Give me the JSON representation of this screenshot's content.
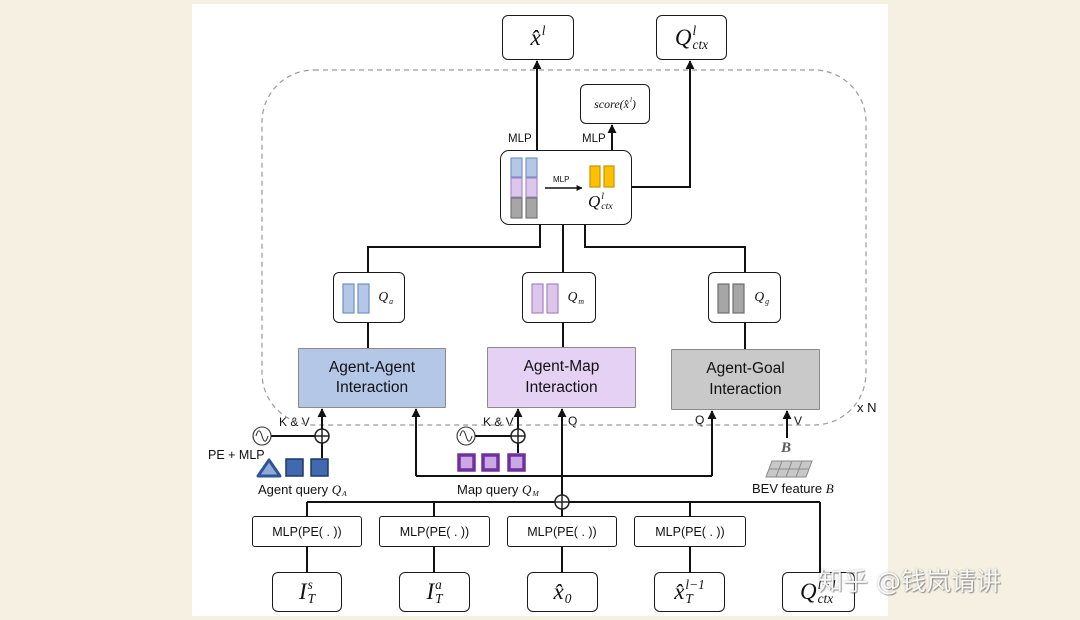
{
  "outputs": [
    {
      "base": "x̂",
      "sup": "l",
      "sub": ""
    },
    {
      "base": "Q",
      "sup": "l",
      "sub": "ctx"
    }
  ],
  "score": {
    "prefix": "score(",
    "base": "x̂",
    "sup": "l",
    "suffix": ")"
  },
  "mlp_labels": {
    "to_trajectory": "MLP",
    "to_score": "MLP",
    "inner": "MLP"
  },
  "context_block": {
    "base": "Q",
    "sup": "l",
    "sub": "ctx"
  },
  "queries": [
    {
      "base": "Q",
      "sub": "a"
    },
    {
      "base": "Q",
      "sub": "m"
    },
    {
      "base": "Q",
      "sub": "g"
    }
  ],
  "interactions": [
    {
      "line1": "Agent-Agent",
      "line2": "Interaction"
    },
    {
      "line1": "Agent-Map",
      "line2": "Interaction"
    },
    {
      "line1": "Agent-Goal",
      "line2": "Interaction"
    }
  ],
  "repeat_label": "x N",
  "agent_branch": {
    "kv": "K & V",
    "pe": "PE + MLP",
    "caption": "Agent query ",
    "q_base": "Q",
    "q_sub": "A"
  },
  "map_branch": {
    "kv": "K & V",
    "q": "Q",
    "caption": "Map query ",
    "q_base": "Q",
    "q_sub": "M"
  },
  "goal_branch": {
    "q": "Q",
    "v": "V",
    "symbol": "B",
    "caption": "BEV feature ",
    "var": "B"
  },
  "encoders": [
    "MLP(PE( . ))",
    "MLP(PE( . ))",
    "MLP(PE( . ))",
    "MLP(PE( . ))"
  ],
  "inputs": [
    {
      "base": "I",
      "sup": "s",
      "sub": "T"
    },
    {
      "base": "I",
      "sup": "a",
      "sub": "T"
    },
    {
      "base": "x̂",
      "sup": "",
      "sub": "0"
    },
    {
      "base": "x̂",
      "sup": "l−1",
      "sub": "T"
    },
    {
      "base": "Q",
      "sup": "l−1",
      "sub": "ctx"
    }
  ],
  "colors": {
    "page_background": "#f6f0e3",
    "agent_agent_fill": "#b4c7e7",
    "agent_map_fill": "#e4d1f3",
    "agent_goal_fill": "#c9c9c9",
    "context_feature": "#ffc000",
    "agent_query_icon": "#4169b0",
    "map_query_icon": "#7030a0"
  },
  "watermark": "知乎 @钱岚请讲"
}
